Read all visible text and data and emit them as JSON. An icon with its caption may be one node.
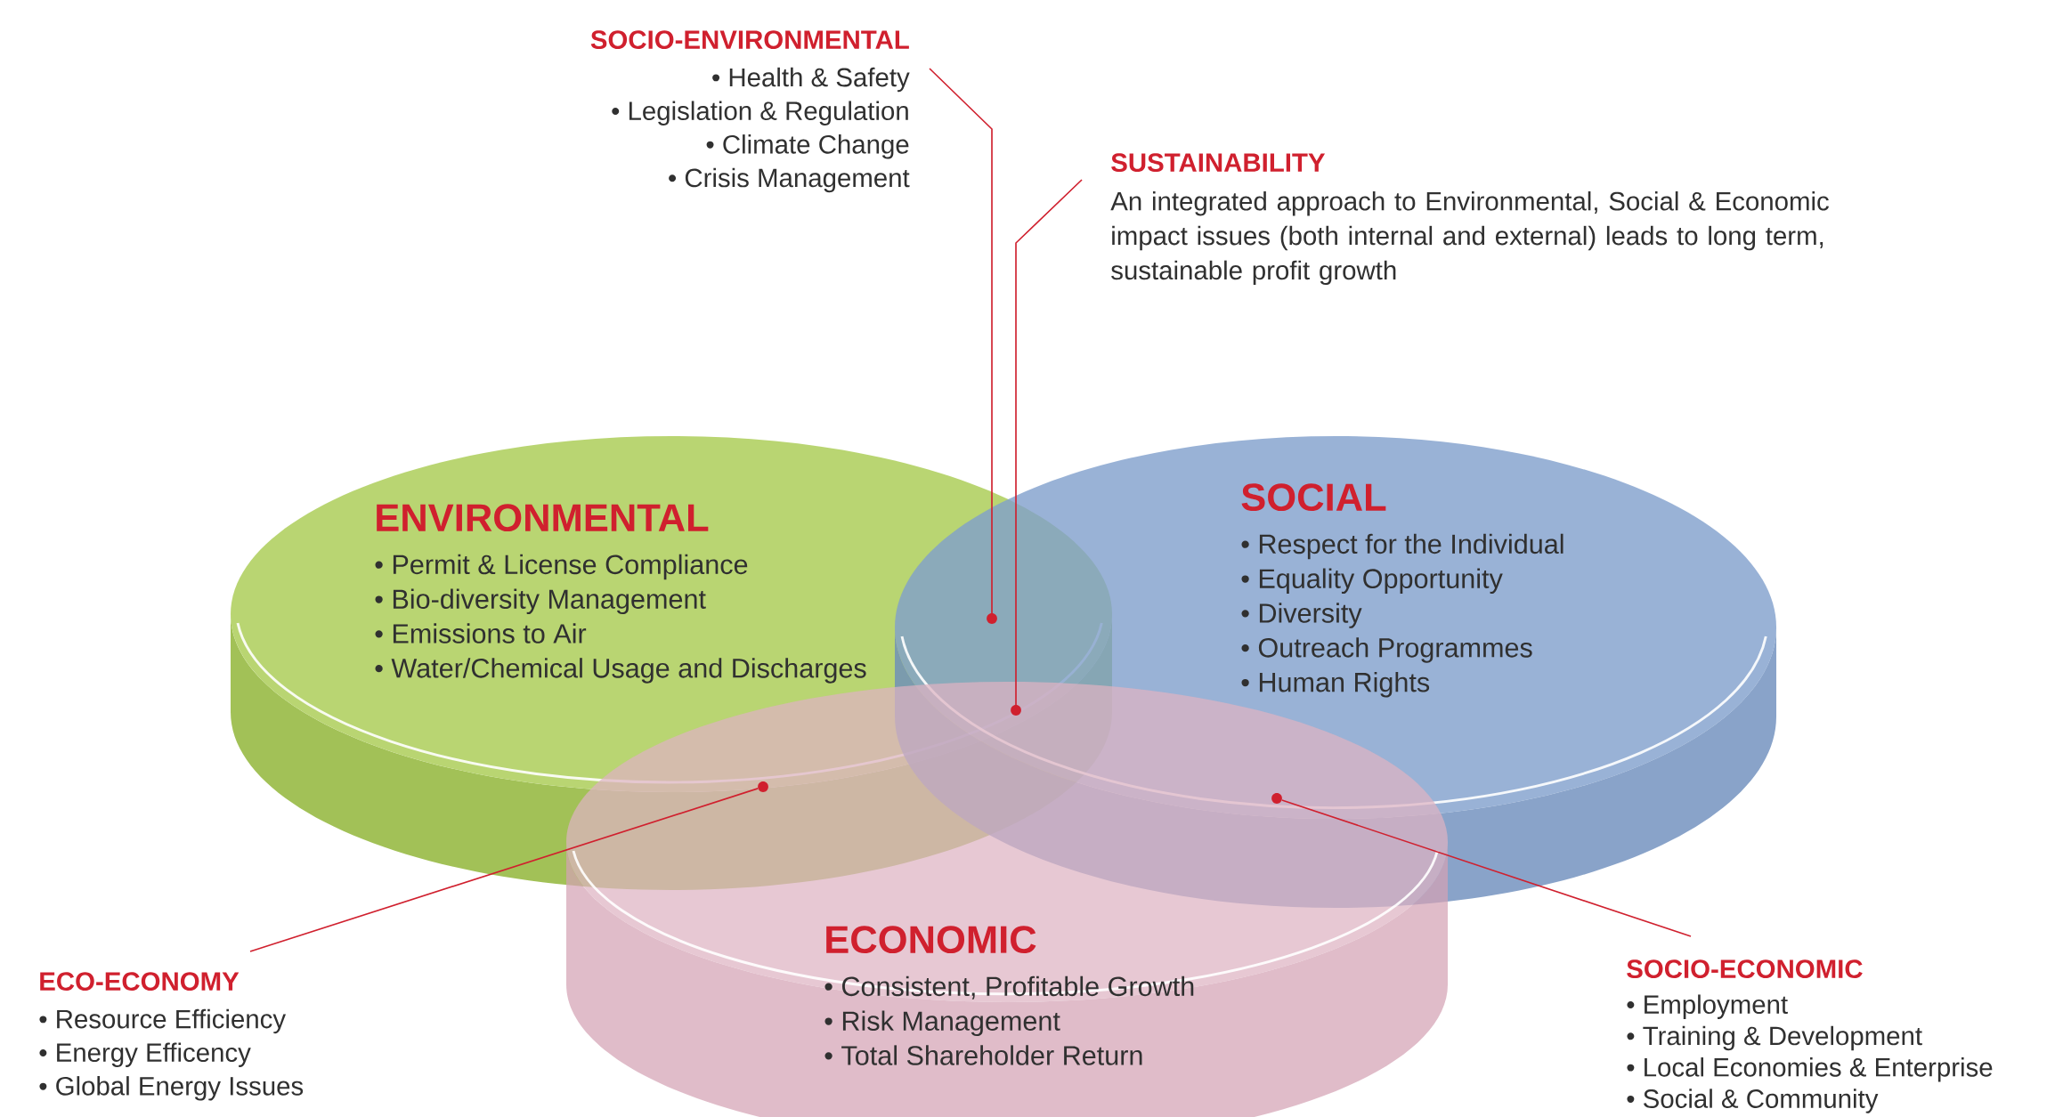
{
  "diagram": {
    "nodes": [
      {
        "text": [
          "SOCIO-ENVIRONMENTAL",
          "• Health & Safety",
          "• Legislation & Regulation",
          "• Climate Change",
          "• Crisis Management"
        ]
      },
      {
        "text": [
          "SUSTAINABILITY",
          "An integrated approach to Environmental, Social & Economic impact issues (both internal and external) leads to long term, sustainable profit growth"
        ]
      },
      {
        "text": [
          "ENVIRONMENTAL",
          "• Permit & License Compliance",
          "• Bio-diversity Management",
          "• Emissions to Air",
          "• Water/Chemical Usage and Discharges"
        ]
      },
      {
        "text": [
          "SOCIAL",
          "• Respect for the Individual",
          "• Equality Opportunity",
          "• Diversity",
          "• Outreach Programmes",
          "• Human Rights"
        ]
      },
      {
        "text": [],
        "shape": "circle"
      },
      {
        "text": [],
        "shape": "circle"
      },
      {
        "text": [],
        "shape": "circle"
      },
      {
        "text": [],
        "shape": "circle"
      },
      {
        "text": [
          "ECONOMIC",
          "• Consistent, Profitable Growth",
          "• Risk Management",
          "• Total Shareholder Return"
        ]
      },
      {
        "text": [
          "ECO-ECONOMY",
          "• Resource Efficiency",
          "• Energy Efficency",
          "• Global Energy Issues"
        ]
      },
      {
        "text": [
          "SOCIO-ECONOMIC",
          "• Employment",
          "• Training & Development",
          "• Local Economies & Enterprise",
          "• Social & Community"
        ]
      }
    ],
    "edges": [
      {
        "from": 0,
        "to": 4,
        "arrow": "none"
      },
      {
        "from": 1,
        "to": 5,
        "arrow": "none"
      },
      {
        "from": 9,
        "to": 6,
        "arrow": "none"
      },
      {
        "from": 10,
        "to": 7,
        "arrow": "none"
      }
    ]
  }
}
